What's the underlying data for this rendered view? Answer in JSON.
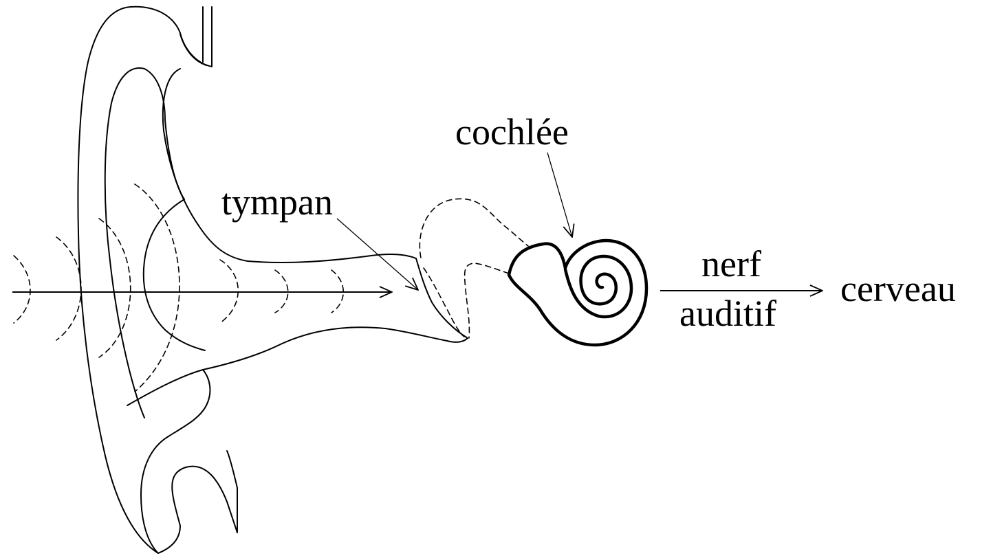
{
  "labels": {
    "cochlea": "cochlée",
    "eardrum": "tympan",
    "nerve_line1": "nerf",
    "nerve_line2": "auditif",
    "brain": "cerveau"
  },
  "colors": {
    "ink": "#000000",
    "background": "#ffffff"
  }
}
